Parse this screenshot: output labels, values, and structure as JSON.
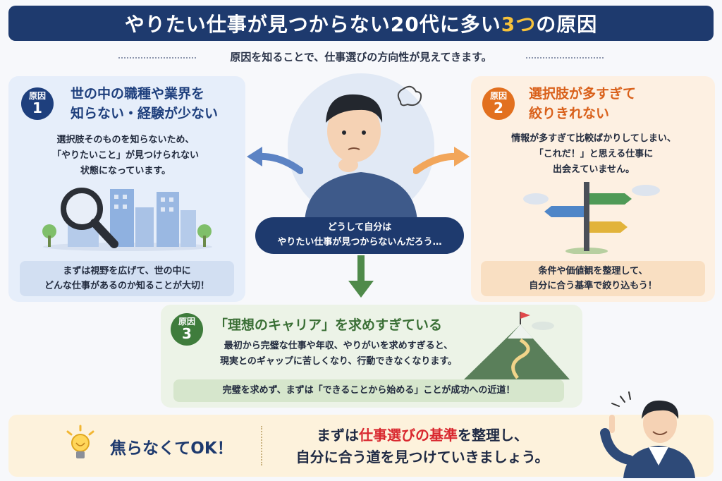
{
  "header": {
    "title_part1": "やりたい仕事が見つからない20代に多い",
    "title_highlight": "3つ",
    "title_part2": "の原因",
    "subtitle": "原因を知ることで、仕事選びの方向性が見えてきます。"
  },
  "badge_label": "原因",
  "causes": [
    {
      "number": "1",
      "title_line1": "世の中の職種や業界を",
      "title_line2": "知らない・経験が少ない",
      "desc": [
        "選択肢そのものを知らないため、",
        "「やりたいこと」が見つけられない",
        "状態になっています。"
      ],
      "note": [
        "まずは視野を広げて、世の中に",
        "どんな仕事があるのか知ることが大切！"
      ]
    },
    {
      "number": "2",
      "title_line1": "選択肢が多すぎて",
      "title_line2": "絞りきれない",
      "desc": [
        "情報が多すぎて比較ばかりしてしまい、",
        "「これだ！」と思える仕事に",
        "出会えていません。"
      ],
      "note": [
        "条件や価値観を整理して、",
        "自分に合う基準で絞り込もう！"
      ]
    },
    {
      "number": "3",
      "title_line1": "「理想のキャリア」を求めすぎている",
      "desc": [
        "最初から完璧な仕事や年収、やりがいを求めすぎると、",
        "現実とのギャップに苦しくなり、行動できなくなります。"
      ],
      "note": [
        "完璧を求めず、まずは「できることから始める」ことが成功への近道！"
      ]
    }
  ],
  "center": {
    "bubble": [
      "どうして自分は",
      "やりたい仕事が見つからないんだろう…"
    ]
  },
  "bottom": {
    "ok": "焦らなくてOK！",
    "msg_part1": "まずは",
    "msg_highlight": "仕事選びの基準",
    "msg_part2": "を整理し、",
    "msg_line2": "自分に合う道を見つけていきましょう。"
  },
  "colors": {
    "navy": "#1e3a6e",
    "orange": "#e2701f",
    "green": "#3f7c3c",
    "highlight_yellow": "#f7c23a",
    "highlight_red": "#d9282f"
  },
  "icons": [
    "magnifier-icon",
    "signpost-icon",
    "mountain-flag-icon",
    "lightbulb-icon",
    "thinking-man-icon",
    "pointing-man-icon"
  ]
}
